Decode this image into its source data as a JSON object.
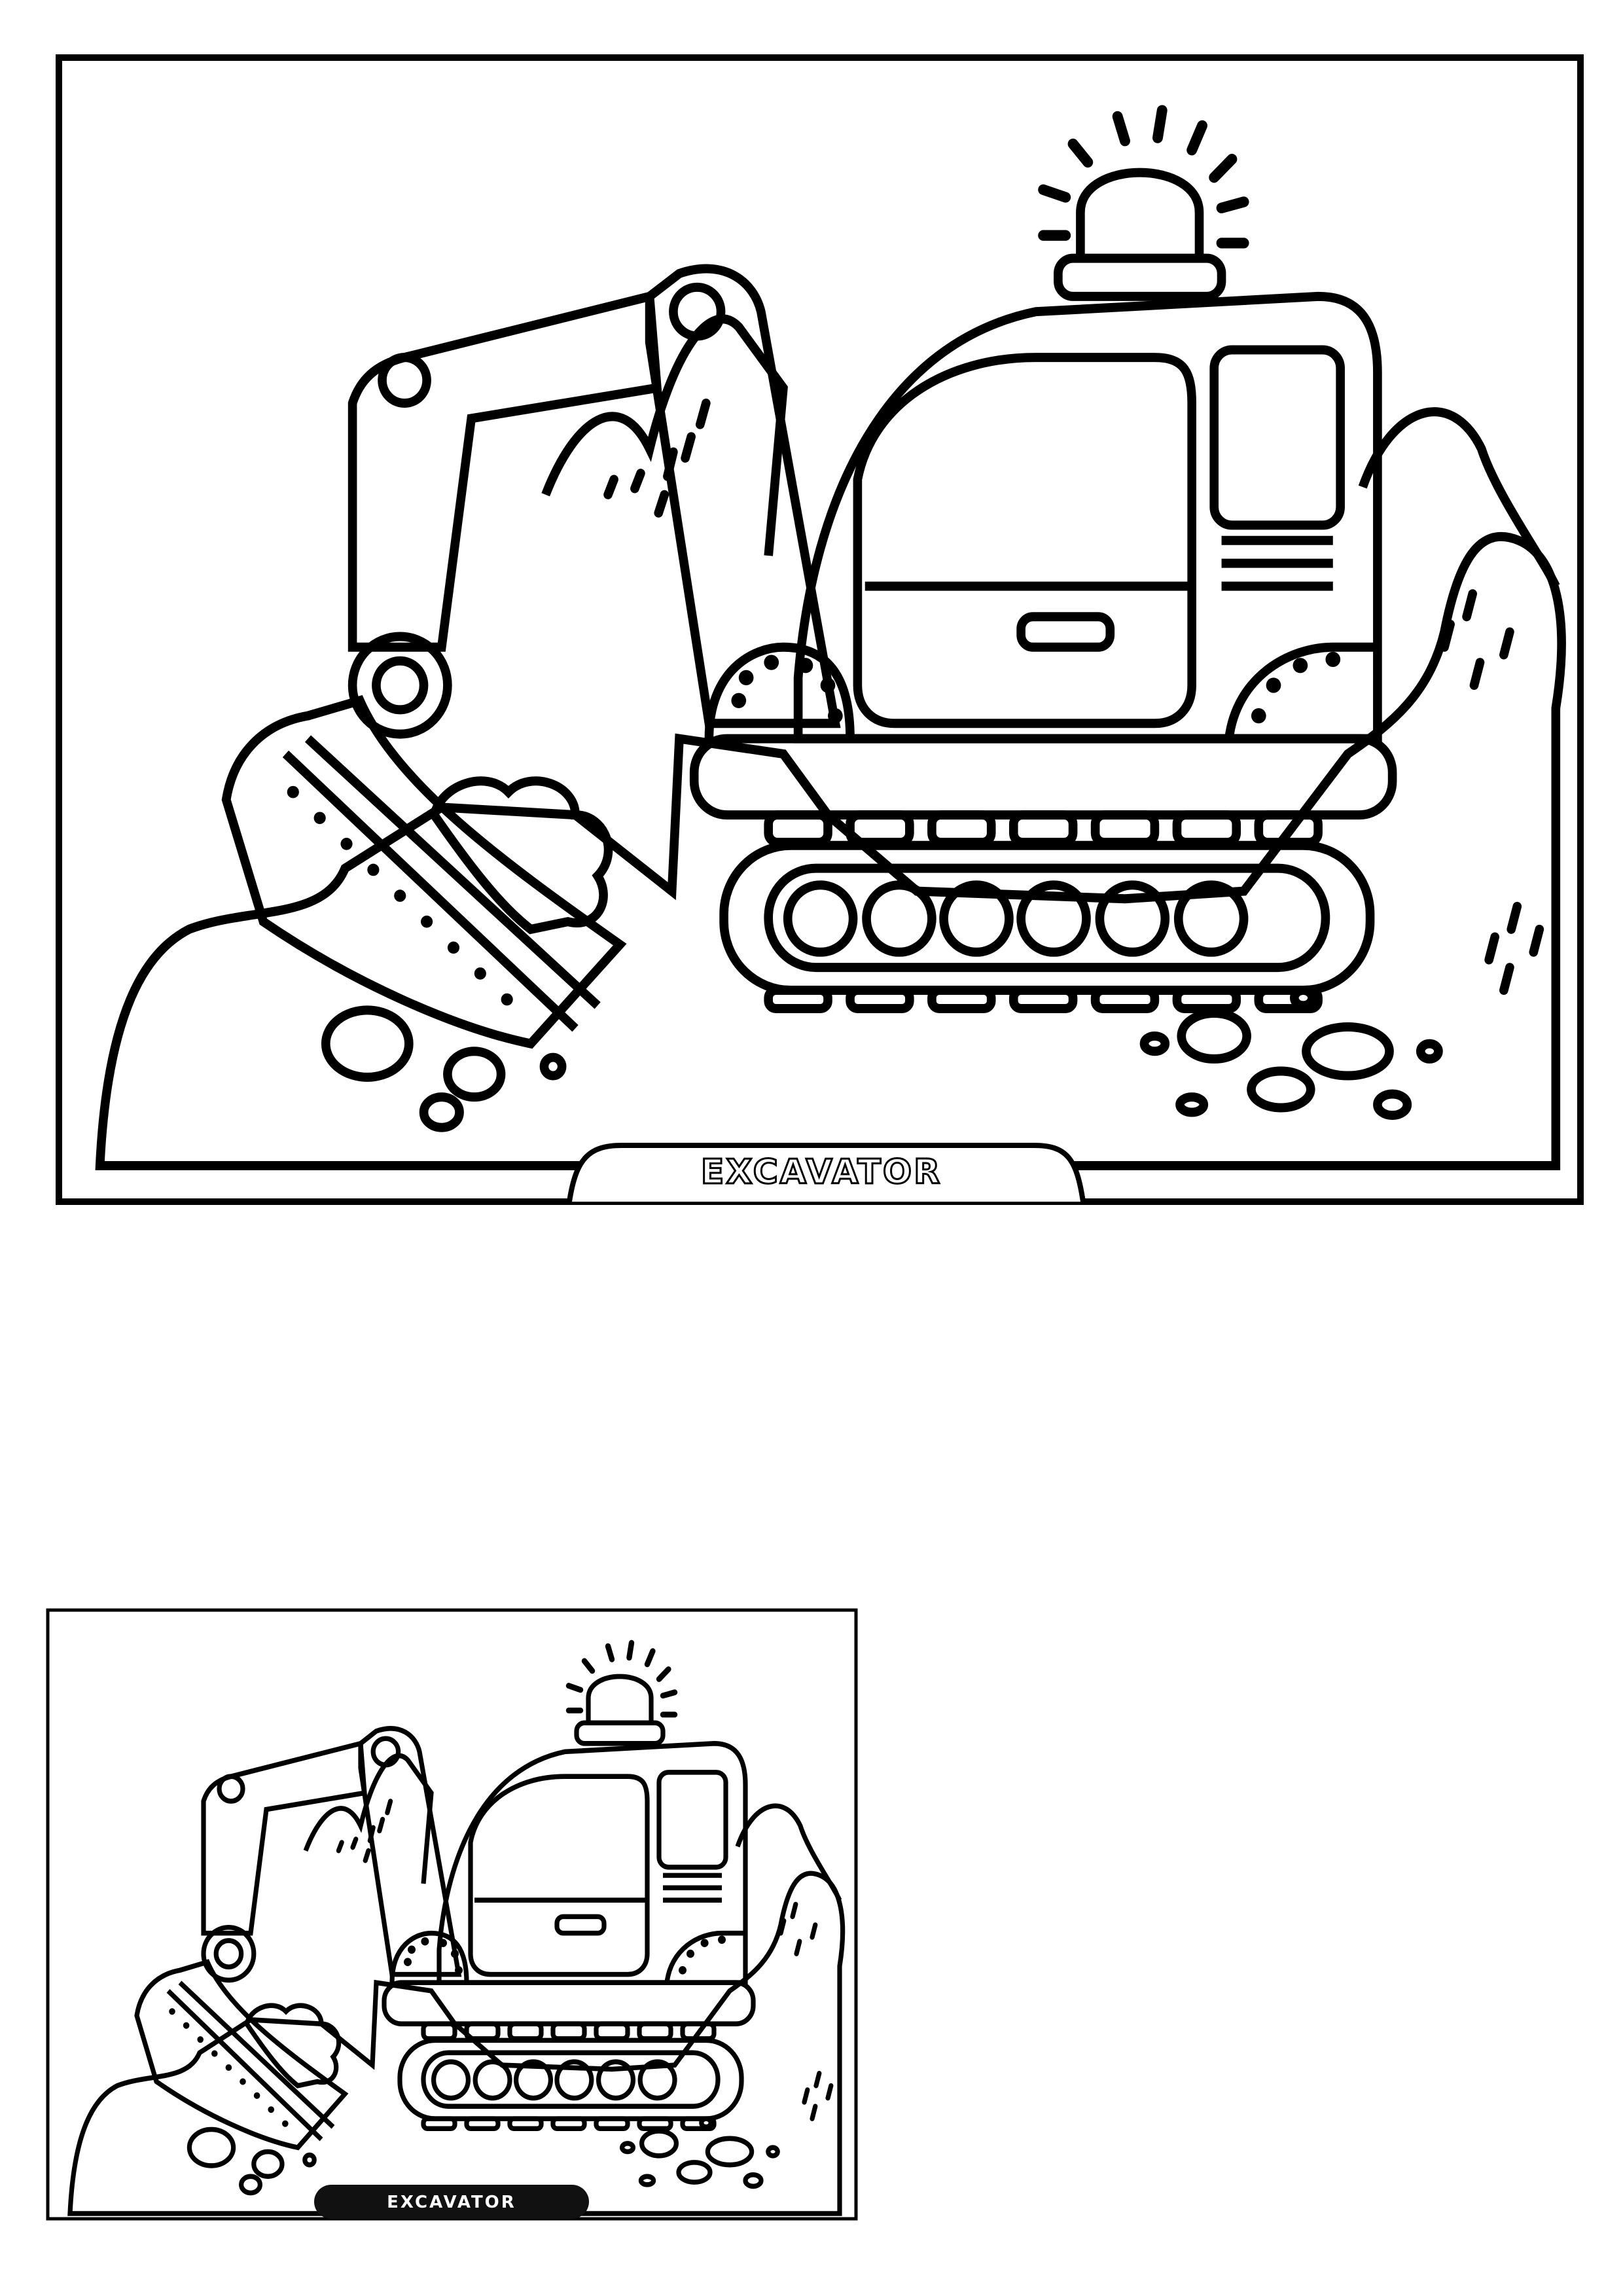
{
  "pages": [
    {
      "kind": "coloring-page-outline",
      "title_label": "EXCAVATOR"
    },
    {
      "kind": "coloring-page-preview",
      "title_label": "EXCAVATOR",
      "label_bg": "#111111",
      "label_fg": "#ffffff"
    }
  ],
  "colors": {
    "line": "#000000",
    "paper": "#ffffff"
  }
}
